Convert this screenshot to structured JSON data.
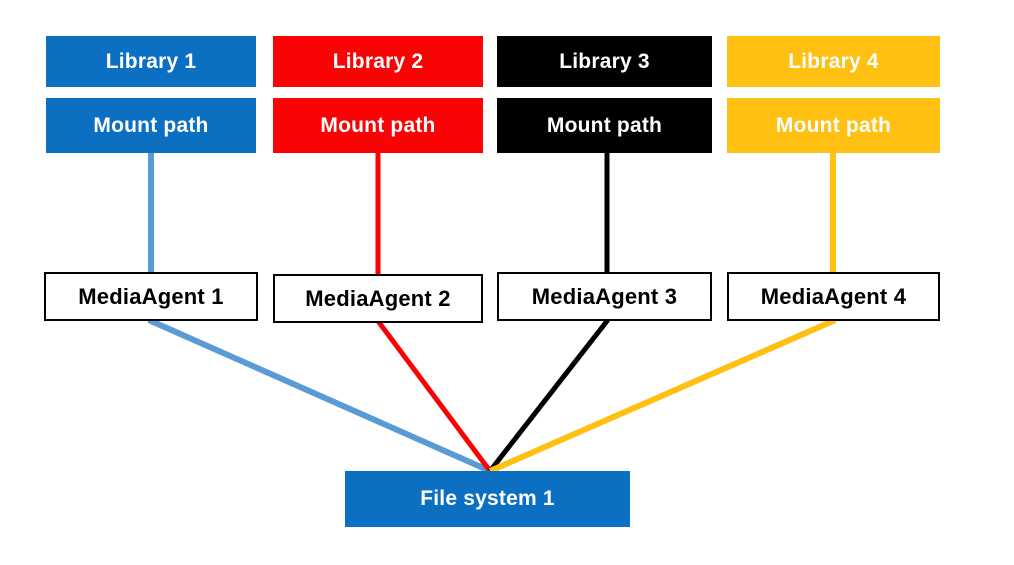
{
  "diagram": {
    "background_color": "#ffffff",
    "columns": [
      {
        "library_label": "Library 1",
        "mount_label": "Mount path",
        "box_color": "#0c70c2",
        "text_color": "#ffffff",
        "line_color": "#5b9bd5"
      },
      {
        "library_label": "Library 2",
        "mount_label": "Mount path",
        "box_color": "#fb0205",
        "text_color": "#ffffff",
        "line_color": "#fb0205"
      },
      {
        "library_label": "Library 3",
        "mount_label": "Mount path",
        "box_color": "#000000",
        "text_color": "#ffffff",
        "line_color": "#000000"
      },
      {
        "library_label": "Library 4",
        "mount_label": "Mount path",
        "box_color": "#ffc011",
        "text_color": "#ffffff",
        "line_color": "#ffc011"
      }
    ],
    "media_agents": [
      {
        "label": "MediaAgent 1"
      },
      {
        "label": "MediaAgent 2"
      },
      {
        "label": "MediaAgent 3"
      },
      {
        "label": "MediaAgent 4"
      }
    ],
    "file_system": {
      "label": "File system 1",
      "box_color": "#0c70c2",
      "text_color": "#ffffff"
    }
  }
}
